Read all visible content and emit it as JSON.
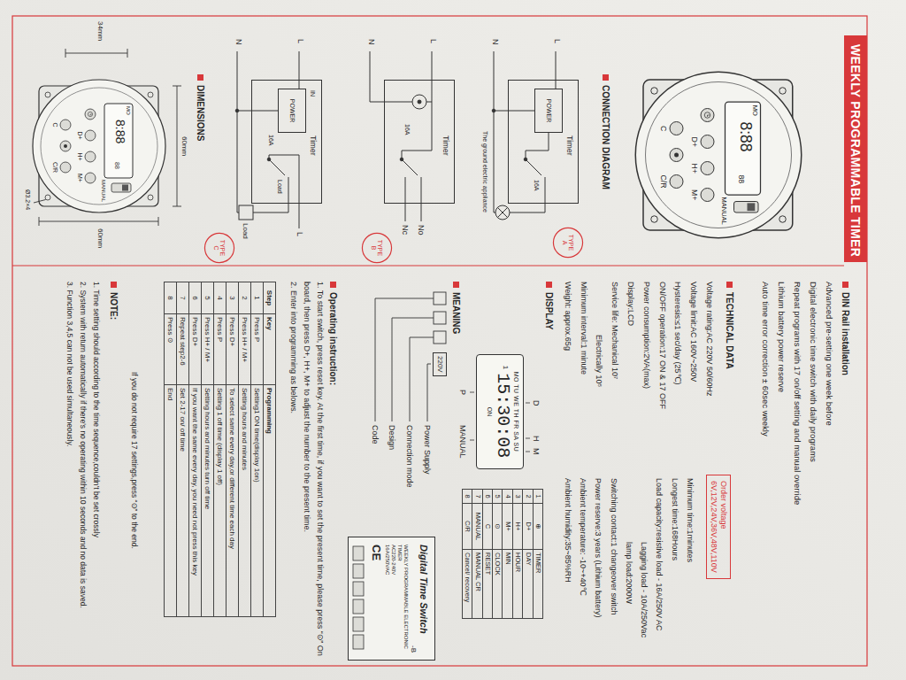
{
  "diagram": {
    "title": "WEEKLY PROGRAMMABLE TIMER",
    "nodes": [
      {
        "text": [
          "TYPE A"
        ]
      },
      {
        "text": [
          "Timer"
        ]
      },
      {
        "text": [
          "POWER"
        ],
        "in": 1
      },
      {
        "text": [
          "TYPE B"
        ]
      },
      {
        "text": [
          "Timer"
        ]
      },
      {
        "text": [
          "TYPE C"
        ]
      },
      {
        "text": [
          "Timer"
        ]
      },
      {
        "text": [
          "POWER"
        ],
        "in": 6
      },
      {
        "text": [
          "Order voltage",
          "6V,12V,24V,36V,48V,110V"
        ]
      },
      {
        "text": [
          "MO TU WE TH FR SA SU",
          "1",
          "15:30:08",
          "ON"
        ]
      },
      {
        "text": [
          "220V"
        ]
      },
      {
        "text": [
          "Digital Time Switch",
          "-B",
          "WEEKLY PROGRAMMABLE ELECTRONIC TIMER",
          "AC220-240V",
          "16A/250VAC",
          "CE"
        ]
      }
    ],
    "labels": [
      "MO",
      "8:88",
      "88",
      "D+",
      "H+",
      "M+",
      "C",
      "C/R",
      "MANUAL",
      "CONNECTION DIAGRAM",
      "L",
      "N",
      "16A",
      "The ground electric appliance",
      "L",
      "N",
      "16A",
      "No",
      "Nc",
      "L",
      "N",
      "IN",
      "16A",
      "Load",
      "L",
      "Load",
      "DIMENSIONS",
      "60mm",
      "60mm",
      "34mm",
      "Ø3.2×4",
      "MO",
      "8:88",
      "88",
      "D+",
      "H+",
      "M+",
      "C",
      "C/R",
      "MANUAL",
      "DIN Rail installation",
      "Advanced pre-setting one week before",
      "Digital electronic time switch with daily programs",
      "Repeat programs with 17 on/off setting and manual override",
      "Lithium battery power reserve",
      "Auto time error correction ± 60sec weekly",
      "TECHNICAL DATA",
      "Voltage rating:AC 220V 50/60Hz",
      "Voltage limit:AC 160V~250V",
      "Hysteresis:≤1 sec/day (25℃)",
      "ON/OFF operation:17 ON & 17 OFF",
      "Power consumption:2VA(max)",
      "Display:LCD",
      "Service life: Mechanical 10⁷",
      "Electrically 10⁵",
      "Minimum interval:1 minute",
      "Weight: approx.65g",
      "Minimum time:1minutes",
      "Longest time:168Hours",
      "Load capacity:resistive load - 16A/250V AC",
      "Lagging load - 10A/250Vac",
      "lamp load:2000W",
      "Switching contact:1 changeover switch",
      "Power reserve:3 years (Lithium battery)",
      "Ambient temperature: -10~+40℃",
      "Ambient humidity:35~85%RH",
      "DISPLAY",
      "D",
      "H",
      "M",
      "P",
      "MANUAL",
      "1",
      "⊕",
      "TIMER",
      "2",
      "D+",
      "DAY",
      "3",
      "H+",
      "HOUR",
      "4",
      "M+",
      "MIN",
      "5",
      "⊙",
      "CLOCK",
      "6",
      "C",
      "RESET",
      "7",
      "MANUAL",
      "MANUAL CR",
      "8",
      "C/R",
      "Cancel/ recovery",
      "MEANING",
      "Power Supply",
      "Connection mode",
      "Design",
      "Code",
      "Operating instruction:",
      "1. To start switch, press reset key. At the first time, if you want to set the present time, please press “⊙” On board, then press D+, H+, M+ to adjust the number to the present time.",
      "2. Enter into programming as belows.",
      "Step",
      "Key",
      "Programming",
      "1",
      "Press P",
      "Setting1 ON time(display 1on)",
      "2",
      "Press H+ / M+",
      "Setting hours and minutes",
      "3",
      "Press D+",
      "To select same every day,or different time each day",
      "4",
      "Press P",
      "Setting 1 off time (display 1 off)",
      "5",
      "Press H+ / M+",
      "Setting hours and minutes turn off time",
      "6",
      "Press D+",
      "If you want the same every day, you need not press this key",
      "7",
      "Repeat step2-6",
      "Set 2-17 on/ off time",
      "8",
      "Press ⊙",
      "End",
      "If you do not require 17 settings,press “⊙” to the end.",
      "NOTE:",
      "1. Time setting should according to the time sequence,couldn't be set crossly",
      "2. System with return automatically if there's no operating within 10 seconds and no data is saved.",
      "3. Function 3,4,5 can not be used simultaneously."
    ]
  }
}
